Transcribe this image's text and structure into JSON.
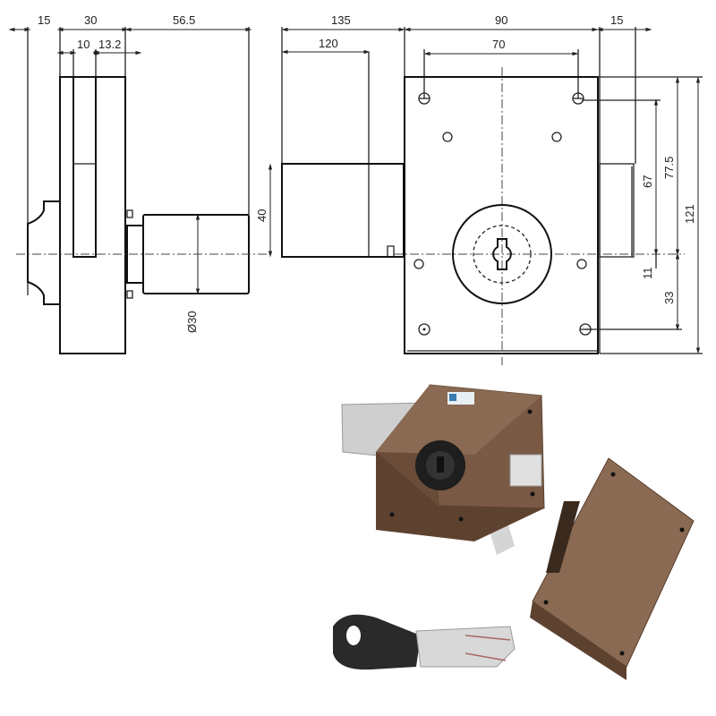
{
  "drawing": {
    "side_view": {
      "d_15": "15",
      "d_30": "30",
      "d_56_5": "56.5",
      "d_10": "10",
      "d_13_2": "13.2",
      "d_dia30": "Ø30"
    },
    "bolt_view": {
      "d_135": "135",
      "d_120": "120",
      "d_40": "40"
    },
    "front_view": {
      "d_90": "90",
      "d_15": "15",
      "d_70": "70",
      "d_67": "67",
      "d_77_5": "77.5",
      "d_121": "121",
      "d_11": "11",
      "d_33": "33"
    }
  },
  "photo": {
    "colors": {
      "body": "#7a5a45",
      "strike": "#8a6a52",
      "key": "#2a2a2a",
      "bolt": "#c8c8c8"
    }
  }
}
